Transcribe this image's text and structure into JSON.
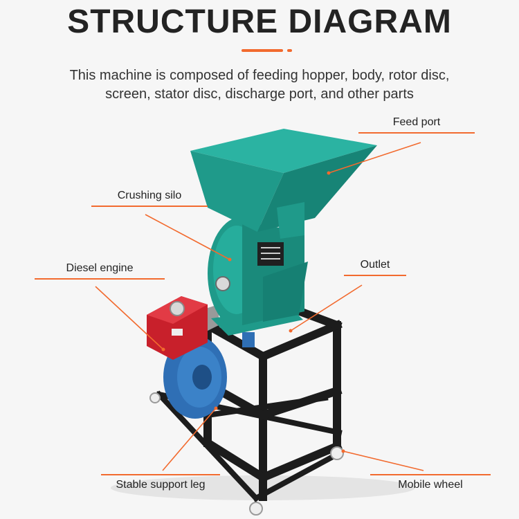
{
  "header": {
    "title": "STRUCTURE DIAGRAM",
    "subtitle_line1": "This machine is composed of feeding hopper, body, rotor disc,",
    "subtitle_line2": "screen, stator disc, discharge port, and other parts"
  },
  "labels": {
    "feed_port": "Feed port",
    "crushing_silo": "Crushing silo",
    "diesel_engine": "Diesel engine",
    "outlet": "Outlet",
    "stable_support_leg": "Stable support leg",
    "mobile_wheel": "Mobile wheel"
  },
  "colors": {
    "accent": "#f26a2e",
    "machine_teal": "#1f9a8a",
    "engine_red": "#c8202b",
    "flywheel_blue": "#2f6fb5",
    "frame_black": "#1c1c1c"
  }
}
